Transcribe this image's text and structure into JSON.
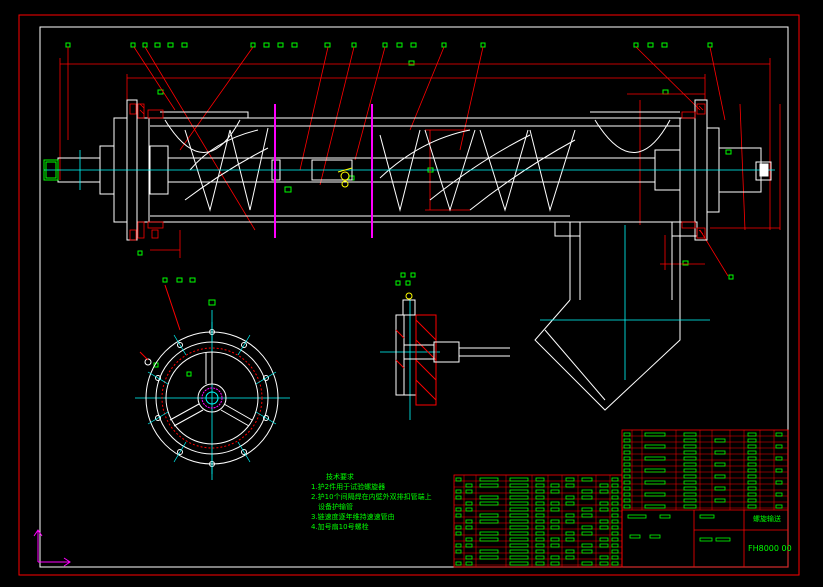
{
  "drawing": {
    "background": "#000000",
    "frame_color": "#ff0000",
    "border_color": "#ffffff",
    "centerline_color": "#00ffff",
    "section_color": "#ff00ff",
    "hatch_color": "#ff0000",
    "dimension_color": "#ff0000",
    "part_label_color": "#00ff00",
    "titleblock_color": "#ff0000"
  },
  "technical_requirements": {
    "title": "技术要求",
    "items": [
      "1.护2件用于试验螺旋器",
      "2.护10个间隔焊在内壁外双排扣管端上",
      "　设备护输管",
      "3.链速度逐年维持速速管由",
      "4.加号扇10号螺栓"
    ]
  },
  "title_block": {
    "name": "螺旋输送",
    "drawing_no": "FH8000 00"
  },
  "ucs_icon": "ucs-axis-icon"
}
